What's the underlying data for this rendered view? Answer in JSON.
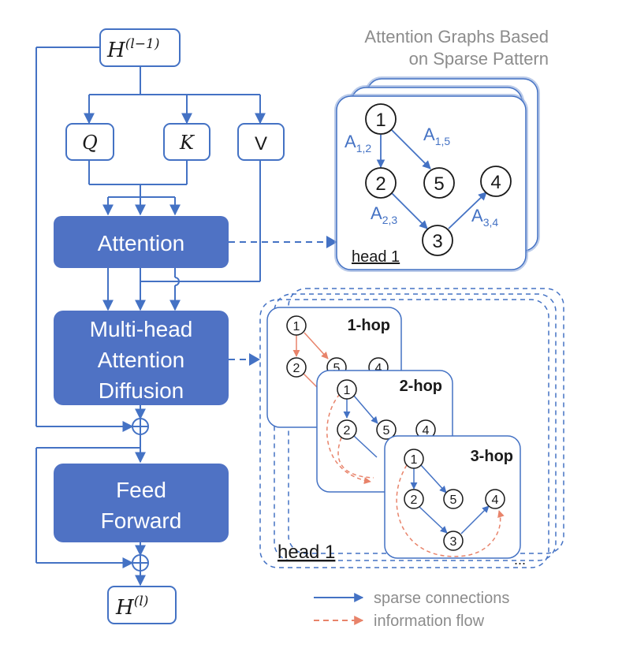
{
  "colors": {
    "blue": "#4472C4",
    "block_fill": "#4F72C4",
    "orange": "#E8836A",
    "gray_text": "#8C8C8C",
    "dark_text": "#1a1a1a"
  },
  "inputs": {
    "h_prev": {
      "base": "H",
      "sup": "(l−1)"
    },
    "h_out": {
      "base": "H",
      "sup": "(l)"
    },
    "q": "Q",
    "k": "K",
    "v": "V"
  },
  "blocks": {
    "attention": "Attention",
    "mhad_line1": "Multi-head",
    "mhad_line2": "Attention",
    "mhad_line3": "Diffusion",
    "ff_line1": "Feed",
    "ff_line2": "Forward"
  },
  "graphs": {
    "title_line1": "Attention Graphs Based",
    "title_line2": "on Sparse Pattern",
    "head_label": "head 1",
    "nodes": [
      "1",
      "2",
      "3",
      "4",
      "5"
    ],
    "edge_labels": {
      "a12": {
        "base": "A",
        "sub": "1,2"
      },
      "a15": {
        "base": "A",
        "sub": "1,5"
      },
      "a23": {
        "base": "A",
        "sub": "2,3"
      },
      "a34": {
        "base": "A",
        "sub": "3,4"
      }
    }
  },
  "diffusion": {
    "hop1": "1-hop",
    "hop2": "2-hop",
    "hop3": "3-hop",
    "head_label": "head 1",
    "ellipsis": "..."
  },
  "legend": {
    "sparse": "sparse connections",
    "flow": "information flow"
  }
}
